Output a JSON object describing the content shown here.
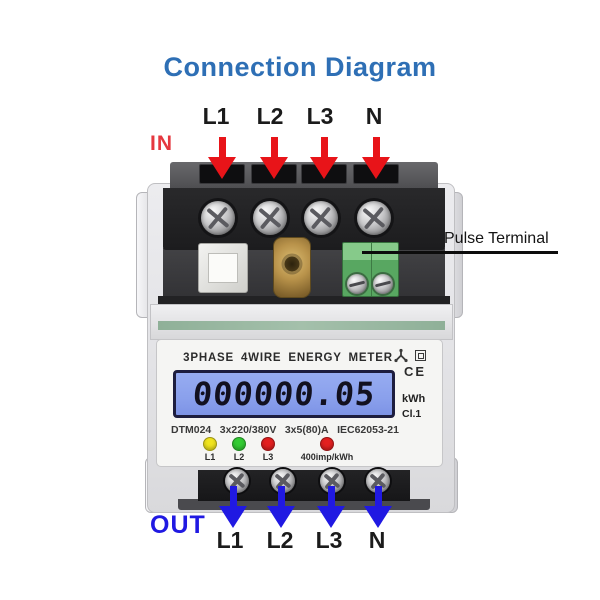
{
  "title": "Connection Diagram",
  "labels": {
    "in": "IN",
    "out": "OUT",
    "pulse_terminal": "Pulse Terminal"
  },
  "top_terminals": [
    "L1",
    "L2",
    "L3",
    "N"
  ],
  "bottom_terminals": [
    "L1",
    "L2",
    "L3",
    "N"
  ],
  "meter": {
    "name": "3PHASE 4WIRE ENERGY METER",
    "ce_mark": "CE",
    "display_value": "000000.05",
    "unit": "kWh",
    "accuracy_class": "Cl.1",
    "ratings": [
      "DTM024",
      "3x220/380V",
      "3x5(80)A",
      "IEC62053-21"
    ],
    "leds": [
      {
        "label": "L1",
        "color": "#f0e41f"
      },
      {
        "label": "L2",
        "color": "#33cc33"
      },
      {
        "label": "L3",
        "color": "#e32020"
      },
      {
        "label": "400imp/kWh",
        "color": "#e32020"
      }
    ]
  },
  "colors": {
    "title-blue": "#2e6fb5",
    "in-red": "#e5383f",
    "arrow-red": "#e81419",
    "out-blue": "#2019e2",
    "arrow-blue": "#2019e2",
    "lcd-bg": "#8aa0ec",
    "pulse-green": "#58a761"
  }
}
